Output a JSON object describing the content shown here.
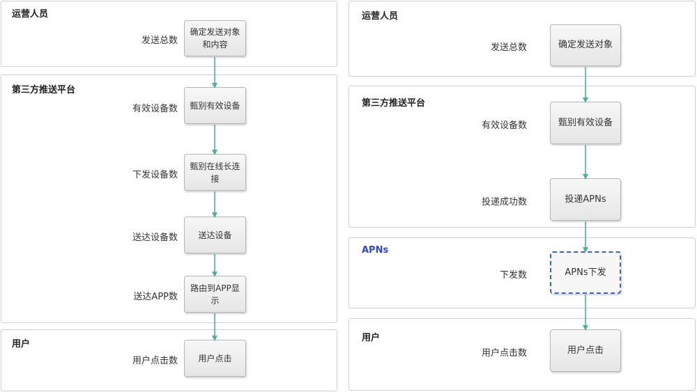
{
  "colors": {
    "arrow": "#4fae9c",
    "apns_title": "#2f45d6",
    "dashed_border": "#3a5fd0"
  },
  "left_flow": {
    "lanes": {
      "operator": "运营人员",
      "third_party": "第三方推送平台",
      "user": "用户"
    },
    "metrics": {
      "total_sent": "发送总数",
      "valid_devices": "有效设备数",
      "delivered_devices": "下发设备数",
      "reached_devices": "送达设备数",
      "reached_app": "送达APP数",
      "user_clicks": "用户点击数"
    },
    "nodes": {
      "confirm_target": "确定发送对象和内容",
      "identify_valid": "甄别有效设备",
      "identify_online": "甄别在线长连接",
      "deliver_device": "送达设备",
      "route_app": "路由到APP显示",
      "user_click": "用户点击"
    }
  },
  "right_flow": {
    "lanes": {
      "operator": "运营人员",
      "third_party": "第三方推送平台",
      "apns": "APNs",
      "user": "用户"
    },
    "metrics": {
      "total_sent": "发送总数",
      "valid_devices": "有效设备数",
      "delivered_success": "投递成功数",
      "apns_sent": "下发数",
      "user_clicks": "用户点击数"
    },
    "nodes": {
      "confirm_target": "确定发送对象",
      "identify_valid": "甄别有效设备",
      "deliver_apns": "投递APNs",
      "apns_send": "APNs下发",
      "user_click": "用户点击"
    }
  }
}
